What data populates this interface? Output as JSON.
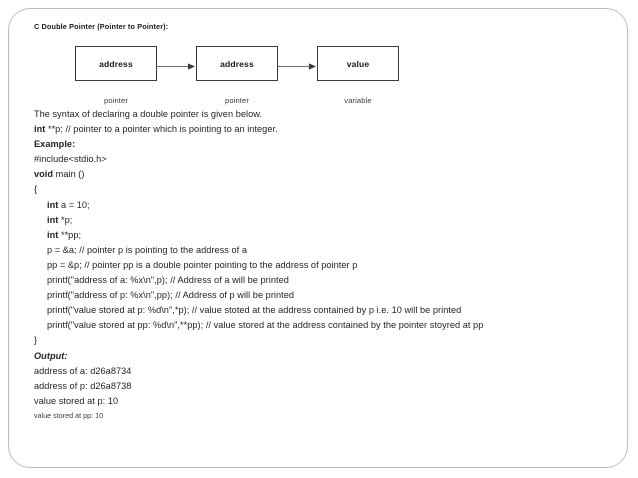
{
  "slide": {
    "title": "C Double Pointer (Pointer to Pointer):"
  },
  "diagram": {
    "nodes": [
      {
        "label": "address",
        "caption": "pointer"
      },
      {
        "label": "address",
        "caption": "pointer"
      },
      {
        "label": "value",
        "caption": "variable"
      }
    ],
    "arrow_color": "#6e6e6e",
    "box_border_color": "#3a3a3a"
  },
  "content": {
    "intro": "The syntax of declaring a double pointer is given below.",
    "syntax_keyword": "int",
    "syntax_rest": " **p; // pointer to a pointer which is pointing to an integer.",
    "example_heading": "Example:",
    "code": [
      {
        "text": "#include<stdio.h>",
        "indent": false
      },
      {
        "keyword": "void",
        "text": " main ()",
        "indent": false
      },
      {
        "text": "{",
        "indent": false
      },
      {
        "keyword": "int",
        "text": " a = 10;",
        "indent": true
      },
      {
        "keyword": "int",
        "text": " *p;",
        "indent": true
      },
      {
        "keyword": "int",
        "text": " **pp;",
        "indent": true
      },
      {
        "text": "p = &a; // pointer p is pointing to the address of a",
        "indent": true
      },
      {
        "text": "pp = &p; // pointer pp is a double pointer pointing to the address of pointer p",
        "indent": true
      },
      {
        "text": "printf(\"address of a: %x\\n\",p); // Address of a will be printed",
        "indent": true
      },
      {
        "text": "printf(\"address of p: %x\\n\",pp); // Address of p will be printed",
        "indent": true
      },
      {
        "text": "printf(\"value stored at p: %d\\n\",*p); // value stoted at the address contained by p i.e. 10 will be printed",
        "indent": true
      },
      {
        "text": "printf(\"value stored at pp: %d\\n\",**pp); // value stored at the address contained by the pointer stoyred at pp",
        "indent": true
      },
      {
        "text": "}",
        "indent": false
      }
    ],
    "output_heading": "Output:",
    "output_lines": [
      {
        "text": "address of a: d26a8734",
        "small": false
      },
      {
        "text": "address of p: d26a8738",
        "small": false
      },
      {
        "text": "value stored at p: 10",
        "small": false
      },
      {
        "text": "value stored at pp: 10",
        "small": true
      }
    ]
  }
}
